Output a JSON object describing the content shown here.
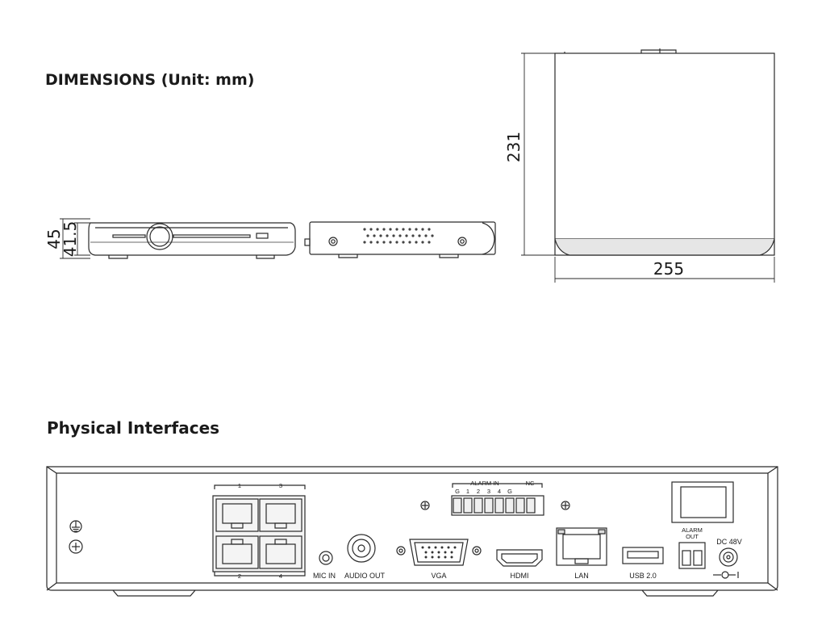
{
  "headings": {
    "dimensions": "DIMENSIONS  (Unit: mm)",
    "interfaces": "Physical Interfaces"
  },
  "dimensions": {
    "height_outer": "45",
    "height_inner": "41.5",
    "depth": "231",
    "width": "255"
  },
  "ports": {
    "poe_top_left": "1",
    "poe_top_right": "3",
    "poe_bottom_left": "2",
    "poe_bottom_right": "4",
    "alarm_in": "ALARM IN",
    "alarm_nc": "NC",
    "alarm_pins": [
      "G",
      "1",
      "2",
      "3",
      "4",
      "G"
    ],
    "mic_in": "MIC IN",
    "audio_out": "AUDIO OUT",
    "vga": "VGA",
    "hdmi": "HDMI",
    "lan": "LAN",
    "usb": "USB 2.0",
    "alarm_out_1": "ALARM",
    "alarm_out_2": "OUT",
    "dc": "DC 48V"
  },
  "colors": {
    "line": "#2a2a2a",
    "panel_fill": "#ffffff",
    "device_shade": "#e6e6e6"
  }
}
